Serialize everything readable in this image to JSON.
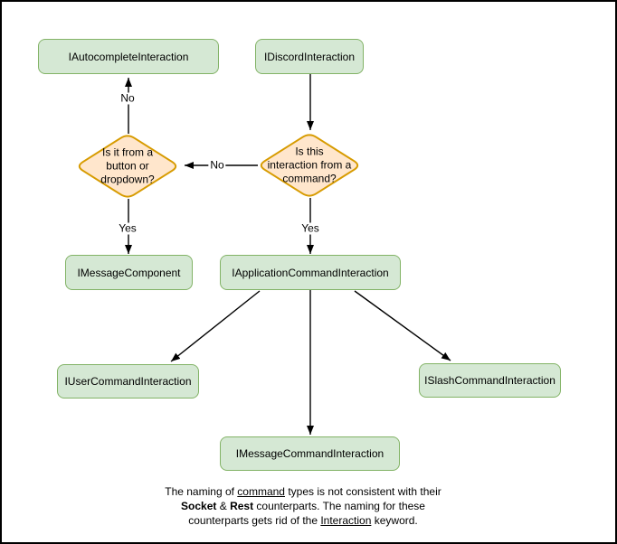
{
  "diagram": {
    "nodes": {
      "autocomplete": {
        "label": "IAutocompleteInteraction"
      },
      "discord": {
        "label": "IDiscordInteraction"
      },
      "message_component": {
        "label": "IMessageComponent"
      },
      "application_command": {
        "label": "IApplicationCommandInteraction"
      },
      "user_command": {
        "label": "IUserCommandInteraction"
      },
      "slash_command": {
        "label": "ISlashCommandInteraction"
      },
      "message_command": {
        "label": "IMessageCommandInteraction"
      }
    },
    "decisions": {
      "button_dropdown": {
        "lines": [
          "Is it from a",
          "button or",
          "dropdown?"
        ]
      },
      "from_command": {
        "lines": [
          "Is this",
          "interaction from a",
          "command?"
        ]
      }
    },
    "edge_labels": {
      "no_to_autocomplete": "No",
      "no_between_decisions": "No",
      "yes_to_message_component": "Yes",
      "yes_to_application_command": "Yes"
    },
    "caption": {
      "line1_pre": "The naming of ",
      "line1_underline": "command",
      "line1_post": " types is not consistent with their",
      "line2_bold1": "Socket",
      "line2_mid": " & ",
      "line2_bold2": "Rest",
      "line2_post": " counterparts. The naming for these",
      "line3_pre": "counterparts gets rid of the ",
      "line3_underline": "Interaction",
      "line3_post": " keyword."
    },
    "colors": {
      "node_fill": "#d5e8d4",
      "node_border": "#82b366",
      "decision_fill": "#ffe6cc",
      "decision_border": "#d79b00",
      "connector": "#000000",
      "background": "#ffffff",
      "frame_border": "#000000"
    }
  }
}
